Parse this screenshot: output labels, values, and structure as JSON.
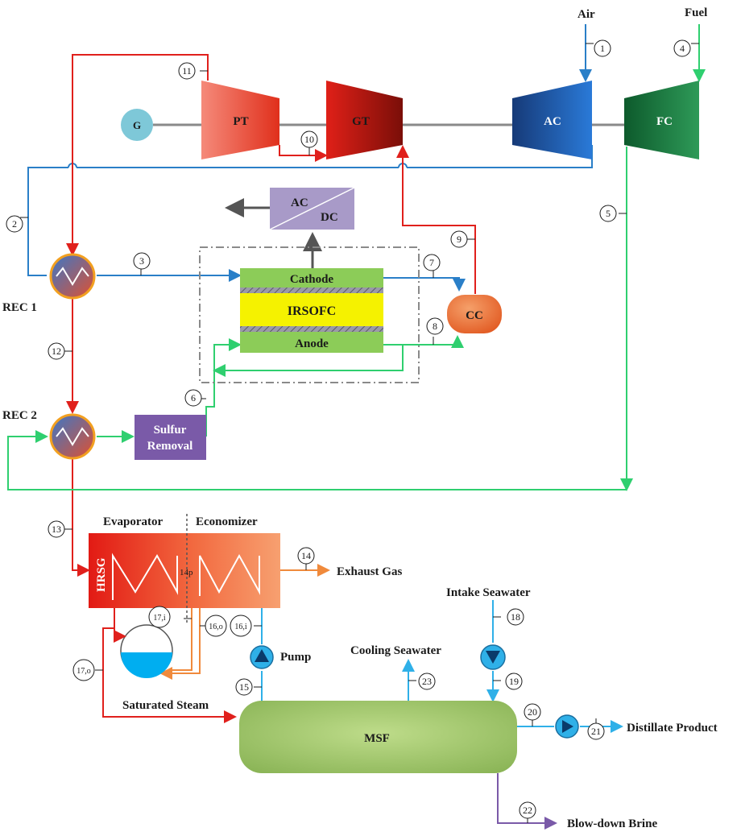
{
  "labels": {
    "air": "Air",
    "fuel": "Fuel",
    "generator": "G",
    "pt": "PT",
    "gt": "GT",
    "ac": "AC",
    "fc": "FC",
    "inverter_ac": "AC",
    "inverter_dc": "DC",
    "cathode": "Cathode",
    "irsofc": "IRSOFC",
    "anode": "Anode",
    "cc": "CC",
    "rec1": "REC 1",
    "rec2": "REC 2",
    "sulfur_line1": "Sulfur",
    "sulfur_line2": "Removal",
    "evaporator": "Evaporator",
    "economizer": "Economizer",
    "hrsg": "HRSG",
    "pinch": "14p",
    "exhaust": "Exhaust Gas",
    "intake": "Intake Seawater",
    "cooling": "Cooling Seawater",
    "pump": "Pump",
    "steam": "Saturated Steam",
    "msf": "MSF",
    "distillate": "Distillate Product",
    "brine": "Blow-down Brine"
  },
  "states": [
    "1",
    "2",
    "3",
    "4",
    "5",
    "6",
    "7",
    "8",
    "9",
    "10",
    "11",
    "12",
    "13",
    "14",
    "15",
    "16,i",
    "16,o",
    "17,i",
    "17,o",
    "18",
    "19",
    "20",
    "21",
    "22",
    "23"
  ],
  "colors": {
    "air": "#2a7fc8",
    "gas": "#e0201c",
    "fuel": "#2fcf6f",
    "water": "#2fb0e8",
    "exhaust": "#f08a3c",
    "brine": "#7a5aa8",
    "shaft": "#8a8a8a"
  }
}
